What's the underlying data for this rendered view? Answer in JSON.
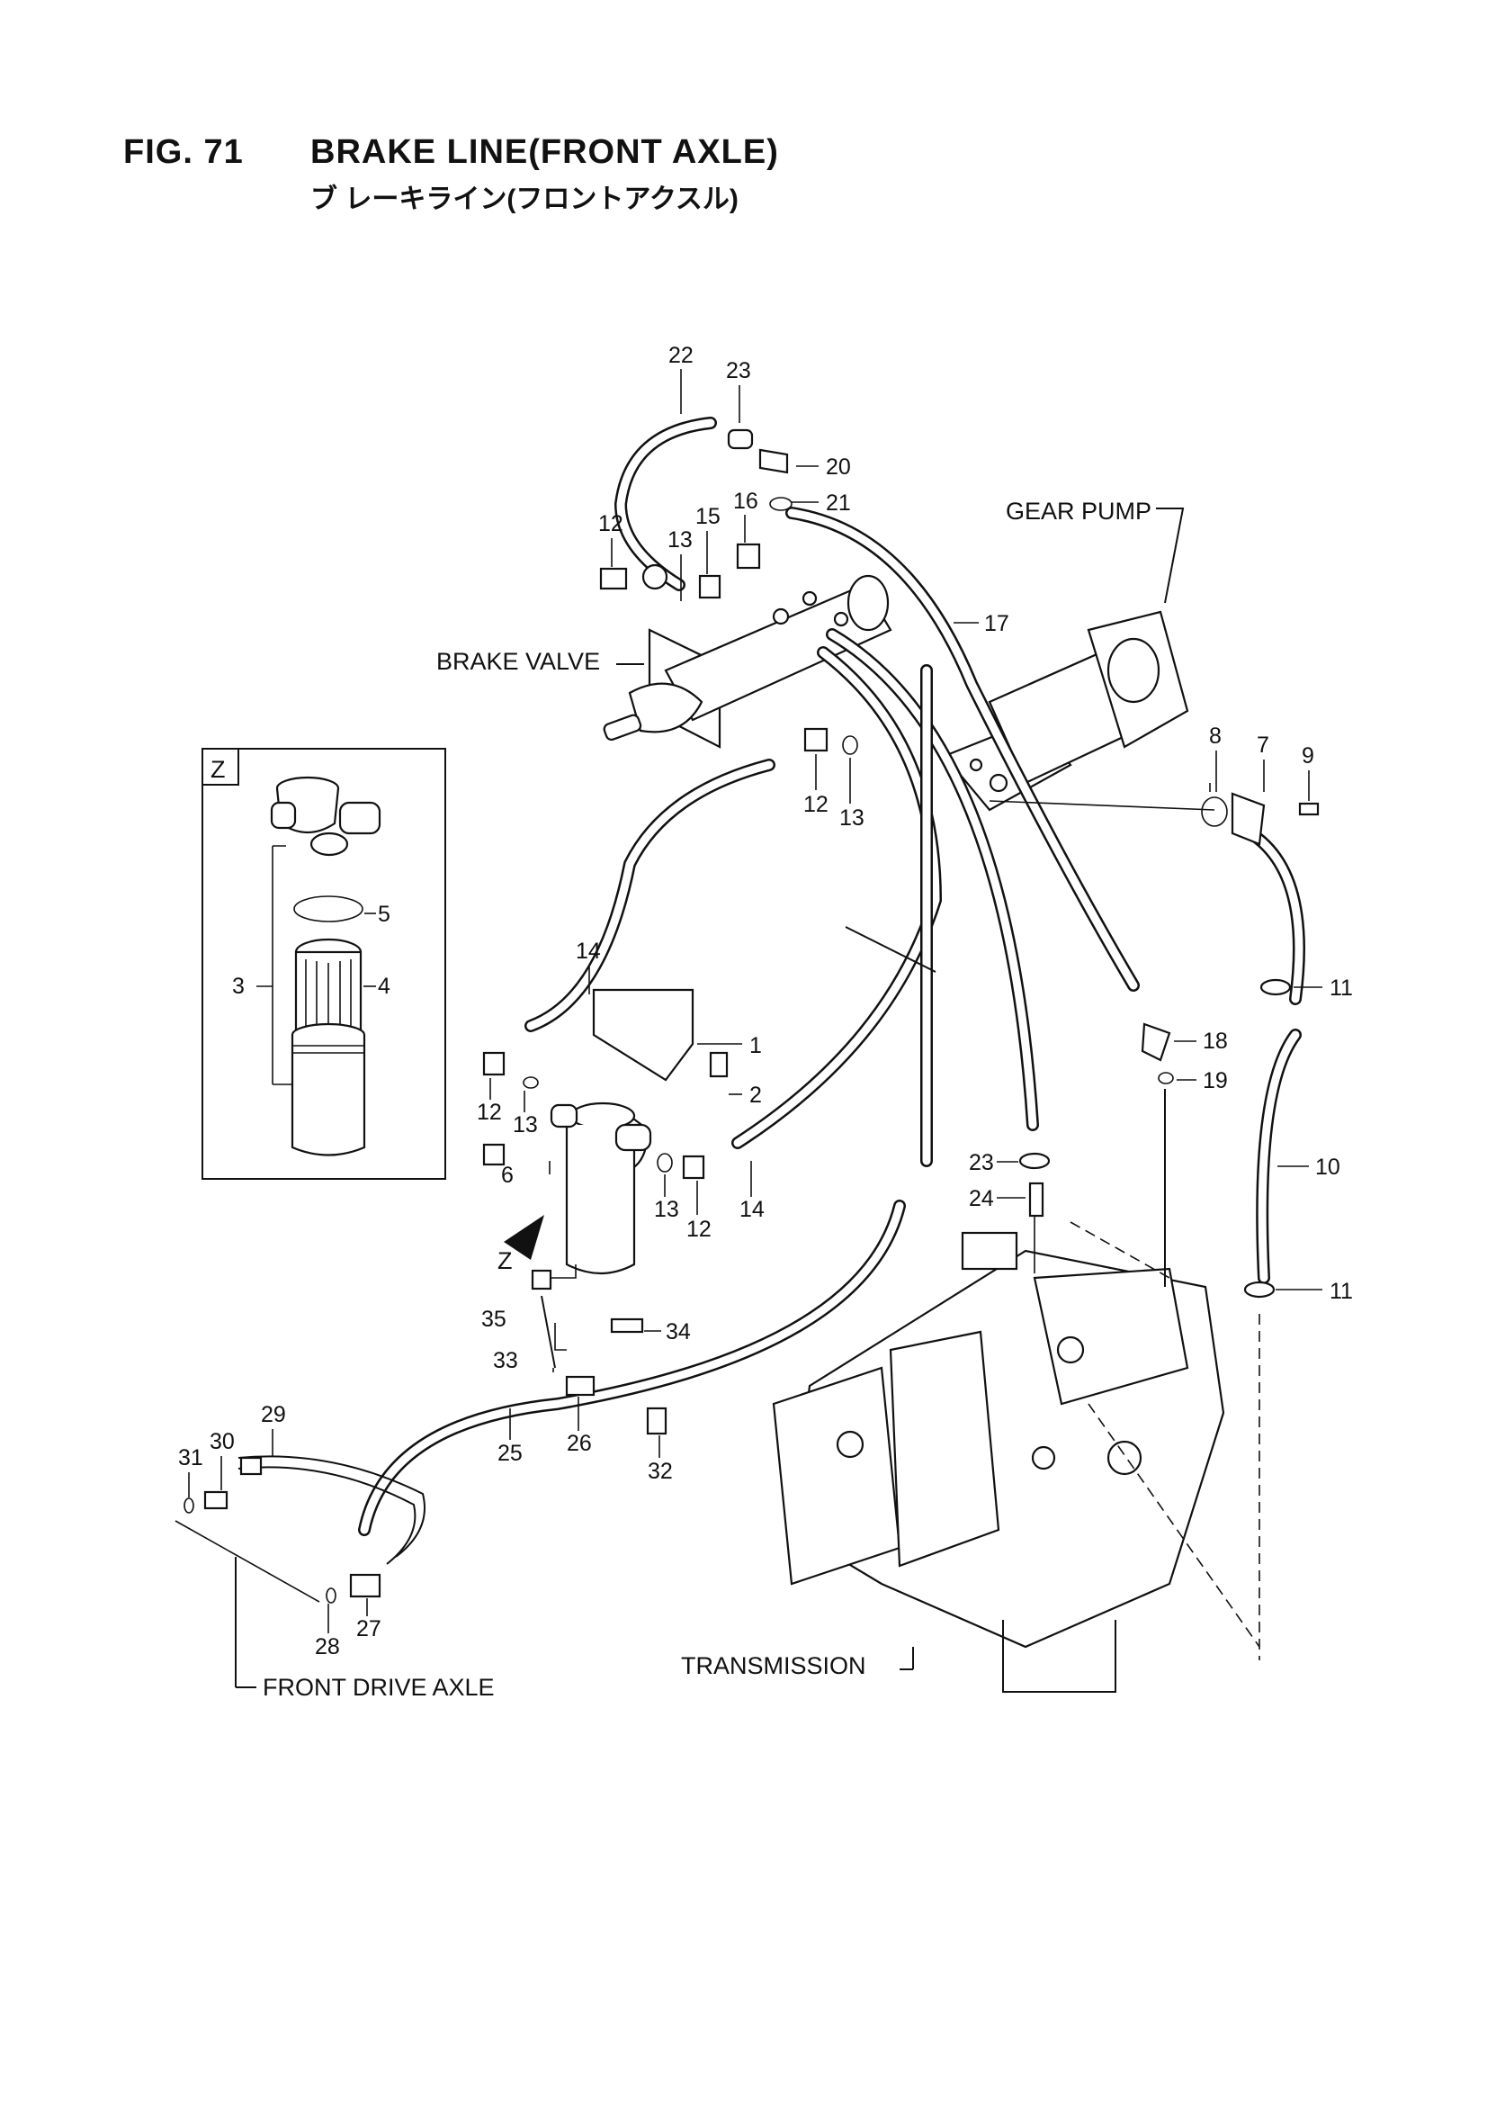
{
  "header": {
    "figure": "FIG. 71",
    "title": "BRAKE LINE(FRONT AXLE)",
    "subtitle": "ブ レーキライン(フロントアクスル)"
  },
  "captions": {
    "gear_pump": "GEAR PUMP",
    "brake_valve": "BRAKE VALVE",
    "transmission": "TRANSMISSION",
    "front_drive_axle": "FRONT DRIVE AXLE",
    "detail_view": "Z",
    "view_arrow": "Z"
  },
  "callouts": [
    "22",
    "23",
    "20",
    "21",
    "16",
    "15",
    "12",
    "13",
    "17",
    "8",
    "7",
    "9",
    "12",
    "13",
    "14",
    "1",
    "2",
    "12",
    "13",
    "13",
    "12",
    "14",
    "6",
    "5",
    "3",
    "4",
    "11",
    "18",
    "19",
    "10",
    "23",
    "24",
    "11",
    "35",
    "34",
    "33",
    "26",
    "25",
    "32",
    "29",
    "30",
    "31",
    "27",
    "28"
  ]
}
